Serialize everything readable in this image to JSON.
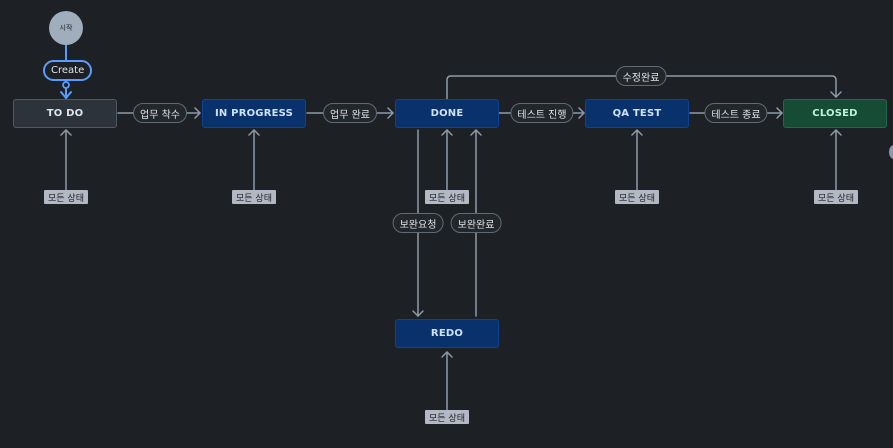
{
  "start": {
    "label": "시작"
  },
  "create": {
    "label": "Create"
  },
  "statuses": {
    "todo": "TO DO",
    "in_progress": "IN PROGRESS",
    "done": "DONE",
    "qa_test": "QA TEST",
    "closed": "CLOSED",
    "redo": "REDO"
  },
  "transitions": {
    "start_work": "업무 착수",
    "complete_work": "업무 완료",
    "run_test": "테스트 진행",
    "end_test": "테스트 종료",
    "fix_complete": "수정완료",
    "request_fix": "보완요청",
    "fix_done": "보완완료"
  },
  "any_status": "모든 상태",
  "colors": {
    "background": "#1d2125",
    "todo": "#2c333a",
    "in_progress": "#09326c",
    "closed": "#164b35",
    "connector": "#8c9bab",
    "create_border": "#579dff"
  }
}
